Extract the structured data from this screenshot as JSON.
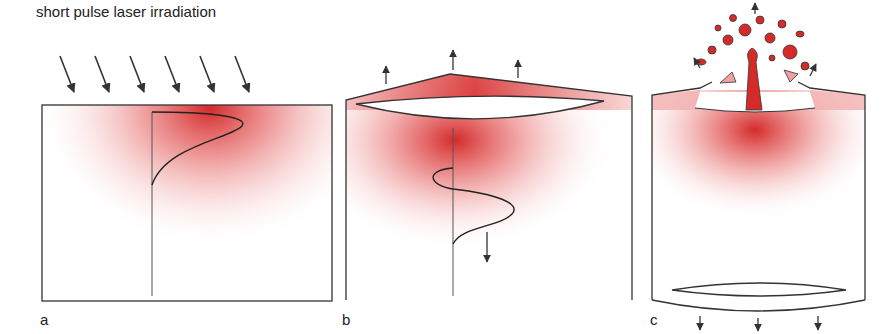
{
  "diagram": {
    "labels": [
      "short pulse laser irradiation",
      "a",
      "b",
      "c"
    ]
  }
}
